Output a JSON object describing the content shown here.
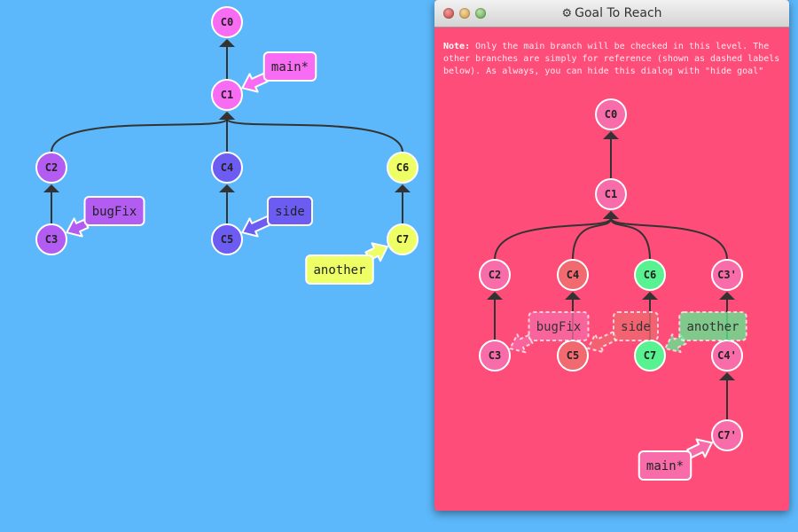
{
  "main_tree": {
    "commits": [
      {
        "id": "C0",
        "color": "#f76cf2"
      },
      {
        "id": "C1",
        "color": "#f76cf2"
      },
      {
        "id": "C2",
        "color": "#b25cf2"
      },
      {
        "id": "C3",
        "color": "#b25cf2"
      },
      {
        "id": "C4",
        "color": "#6c5cf2"
      },
      {
        "id": "C5",
        "color": "#6c5cf2"
      },
      {
        "id": "C6",
        "color": "#eeff66"
      },
      {
        "id": "C7",
        "color": "#eeff66"
      }
    ],
    "edges": [
      [
        "C0",
        "C1"
      ],
      [
        "C1",
        "C2"
      ],
      [
        "C1",
        "C4"
      ],
      [
        "C1",
        "C6"
      ],
      [
        "C2",
        "C3"
      ],
      [
        "C4",
        "C5"
      ],
      [
        "C6",
        "C7"
      ]
    ],
    "branches": [
      {
        "name": "main*",
        "target": "C1",
        "color": "#f76cf2"
      },
      {
        "name": "bugFix",
        "target": "C3",
        "color": "#b25cf2"
      },
      {
        "name": "side",
        "target": "C5",
        "color": "#6c5cf2"
      },
      {
        "name": "another",
        "target": "C7",
        "color": "#eeff66"
      }
    ]
  },
  "goal_dialog": {
    "title": "Goal To Reach",
    "note_label": "Note:",
    "note_text": " Only the main branch will be checked in this level. The other branches are simply for reference (shown as dashed labels below). As always, you can hide this dialog with \"hide goal\"",
    "tree": {
      "commits": [
        {
          "id": "C0",
          "color": "#f76ca9"
        },
        {
          "id": "C1",
          "color": "#f76ca9"
        },
        {
          "id": "C2",
          "color": "#f76ca9"
        },
        {
          "id": "C3",
          "color": "#f76ca9"
        },
        {
          "id": "C4",
          "color": "#f06a6f"
        },
        {
          "id": "C5",
          "color": "#f06a6f"
        },
        {
          "id": "C6",
          "color": "#58f291"
        },
        {
          "id": "C7",
          "color": "#58f291"
        },
        {
          "id": "C3'",
          "color": "#f76ca9"
        },
        {
          "id": "C4'",
          "color": "#f76ca9"
        },
        {
          "id": "C7'",
          "color": "#f76ca9"
        }
      ],
      "edges": [
        [
          "C0",
          "C1"
        ],
        [
          "C1",
          "C2"
        ],
        [
          "C1",
          "C4"
        ],
        [
          "C1",
          "C6"
        ],
        [
          "C1",
          "C3'"
        ],
        [
          "C2",
          "C3"
        ],
        [
          "C4",
          "C5"
        ],
        [
          "C6",
          "C7"
        ],
        [
          "C3'",
          "C4'"
        ],
        [
          "C4'",
          "C7'"
        ]
      ],
      "branches": [
        {
          "name": "bugFix",
          "target": "C3",
          "color": "#f76ca9",
          "dashed": true
        },
        {
          "name": "side",
          "target": "C5",
          "color": "#f06a6f",
          "dashed": true
        },
        {
          "name": "another",
          "target": "C7",
          "color": "#58f291",
          "dashed": true
        },
        {
          "name": "main*",
          "target": "C7'",
          "color": "#f76ca9",
          "dashed": false
        }
      ]
    }
  }
}
